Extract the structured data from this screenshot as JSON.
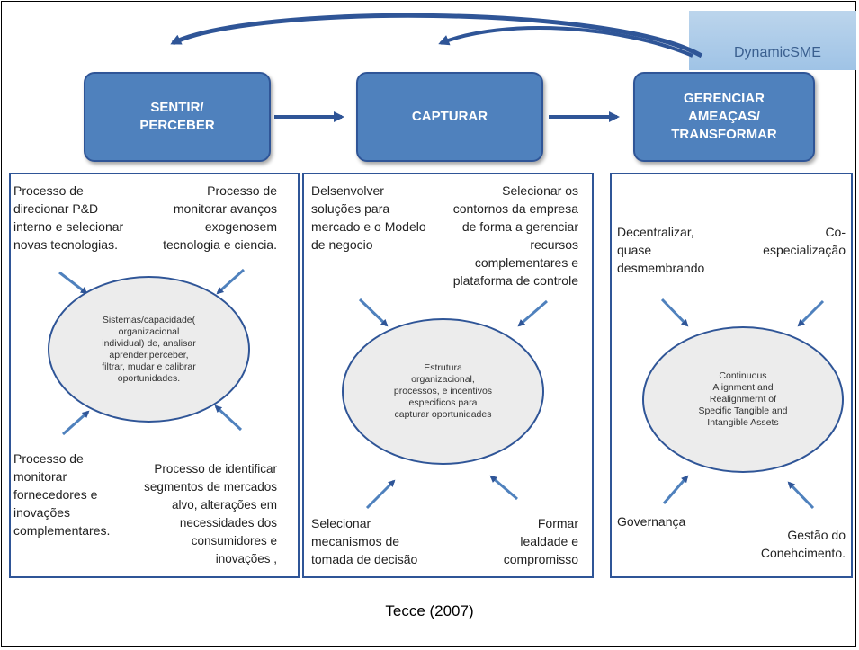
{
  "logo": {
    "text": "DynamicSME"
  },
  "headers": {
    "sense": "SENTIR/\nPERCEBER",
    "capture": "CAPTURAR",
    "manage": "GERENCIAR\nAMEAÇAS/\nTRANSFORMAR"
  },
  "panel_sense": {
    "top_left": "Processo de\ndirecionar P&D\ninterno e selecionar\nnovas tecnologias.",
    "top_right": "Processo de\nmonitorar avanços\nexogenosem\ntecnologia e ciencia.",
    "ellipse": "Sistemas/capacidade(\norganizacional\nindividual) de, analisar\naprender,perceber,\nfiltrar, mudar e calibrar\noportunidades.",
    "bottom_left": "Processo de\nmonitorar\nfornecedores e\ninovações\ncomplementares.",
    "bottom_right": "Processo de identificar\nsegmentos de mercados\nalvo, alterações  em\nnecessidades dos\nconsumidores e\ninovações ,"
  },
  "panel_capture": {
    "top_left": "Delsenvolver\nsoluções para\nmercado e o Modelo\nde negocio",
    "top_right": "Selecionar os\ncontornos da empresa\nde forma a gerenciar\nrecursos\ncomplementares e\nplataforma de controle",
    "ellipse": "Estrutura\norganizacional,\nprocessos, e incentivos\nespecificos para\ncapturar oportunidades",
    "bottom_left": "Selecionar\nmecanismos de\ntomada de decisão",
    "bottom_right": "Formar\nlealdade e\ncompromisso"
  },
  "panel_manage": {
    "top_left": "Decentralizar,\nquase\ndesmembrando",
    "top_right": "Co-\nespecialização",
    "ellipse": "Continuous\nAlignment and\nRealignmernt of\nSpecific Tangible and\nIntangible Assets",
    "bottom_left": "Governança",
    "bottom_right": "Gestão do\nConehcimento."
  },
  "citation": "Tecce (2007)"
}
